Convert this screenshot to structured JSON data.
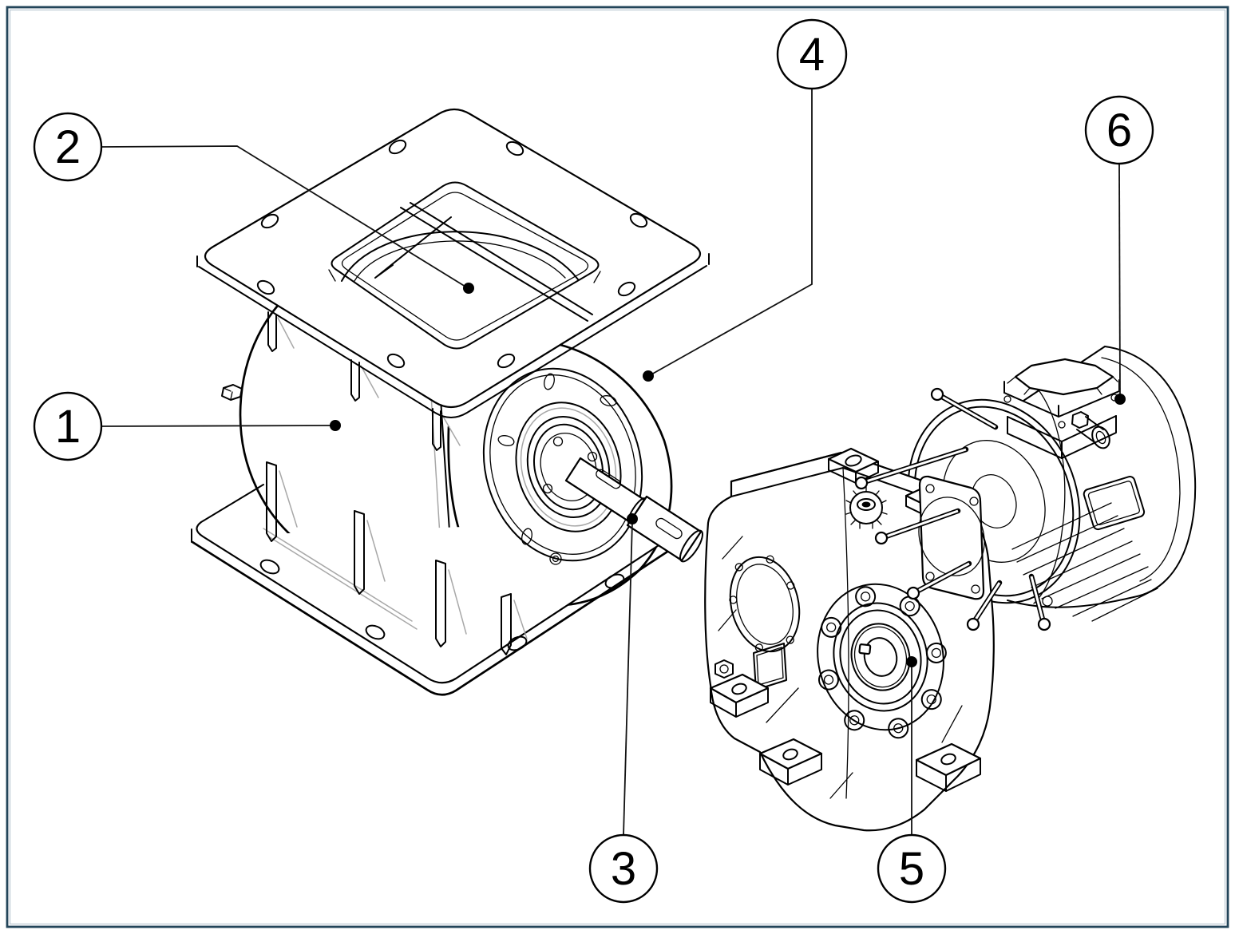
{
  "drawing": {
    "kind": "exploded parts illustration",
    "callouts": [
      {
        "label": "1"
      },
      {
        "label": "2"
      },
      {
        "label": "3"
      },
      {
        "label": "4"
      },
      {
        "label": "5"
      },
      {
        "label": "6"
      }
    ],
    "colors": {
      "background": "#ffffff",
      "line": "#000000",
      "hidden_line": "#a8a8a8",
      "leader": "#111111",
      "border_outer": "#23455a",
      "border_inner": "#b9c6d2"
    }
  }
}
